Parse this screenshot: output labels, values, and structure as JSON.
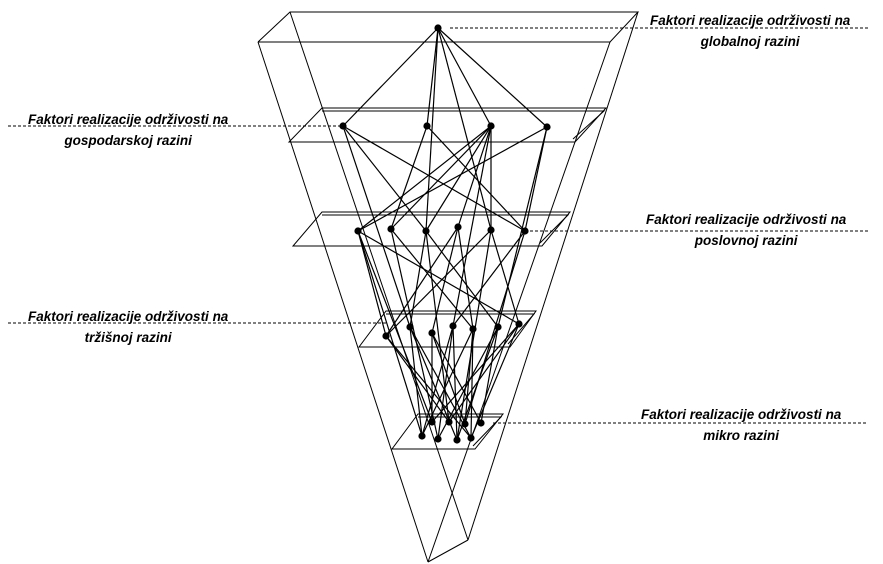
{
  "levels": {
    "global": {
      "line1": "Faktori realizacije održivosti na",
      "line2": "globalnoj razini"
    },
    "economic": {
      "line1": "Faktori realizacije održivosti na",
      "line2": "gospodarskoj razini"
    },
    "business": {
      "line1": "Faktori realizacije održivosti na",
      "line2": "poslovnoj razini"
    },
    "market": {
      "line1": "Faktori realizacije održivosti na",
      "line2": "tržišnoj razini"
    },
    "micro": {
      "line1": "Faktori realizacije održivosti na",
      "line2": "mikro razini"
    }
  },
  "colors": {
    "line": "#000000",
    "background": "#ffffff"
  }
}
